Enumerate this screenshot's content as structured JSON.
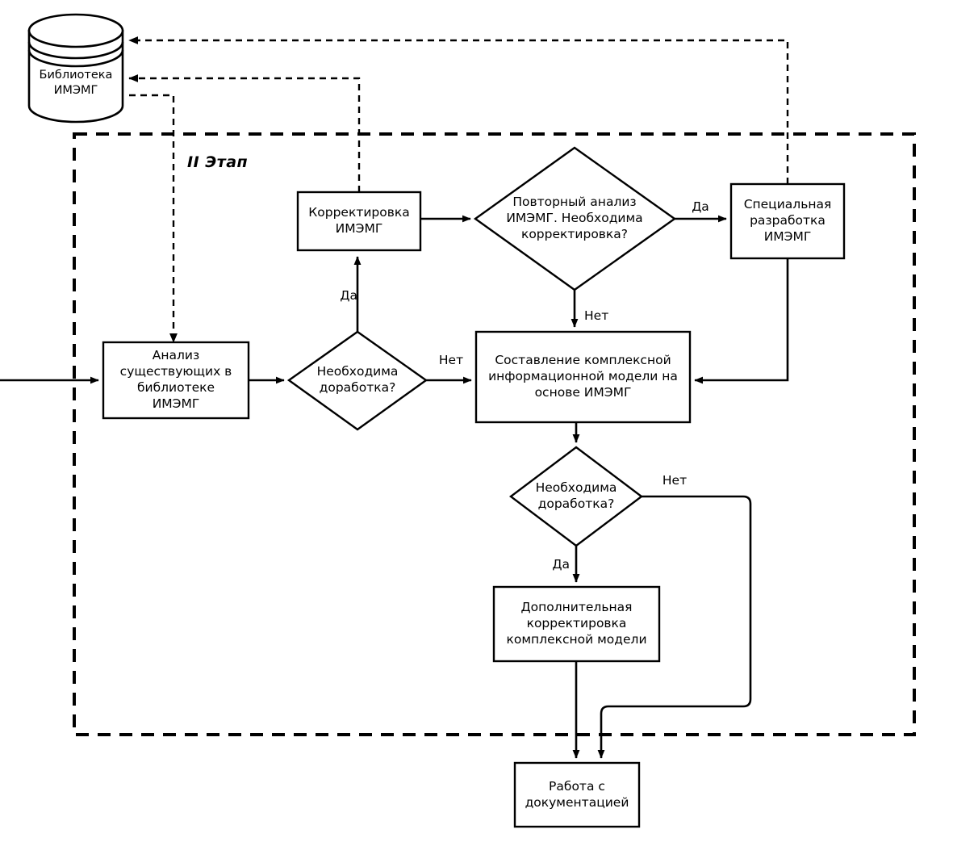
{
  "diagram": {
    "title": "II Этап",
    "stage_label": "II Этап",
    "stroke_color": "#000000",
    "fill_color": "#ffffff",
    "background": "#ffffff"
  },
  "datastore": {
    "name": "library-imemg",
    "label": "Библиотека\nИМЭМГ"
  },
  "nodes": [
    {
      "id": "analysis",
      "shape": "process",
      "label": "Анализ\nсуществующих в\nбиблиотеке\nИМЭМГ"
    },
    {
      "id": "need-revision-1",
      "shape": "decision",
      "label": "Необходима\nдоработка?"
    },
    {
      "id": "correction-imemg",
      "shape": "process",
      "label": "Корректировка\nИМЭМГ"
    },
    {
      "id": "repeat-analysis",
      "shape": "decision",
      "label": "Повторный анализ\nИМЭМГ. Необходима\nкорректировка?"
    },
    {
      "id": "special-development",
      "shape": "process",
      "label": "Специальная\nразработка\nИМЭМГ"
    },
    {
      "id": "complex-model",
      "shape": "process",
      "label": "Составление комплексной\nинформационной модели на\nоснове ИМЭМГ"
    },
    {
      "id": "need-revision-2",
      "shape": "decision",
      "label": "Необходима\nдоработка?"
    },
    {
      "id": "additional-correction",
      "shape": "process",
      "label": "Дополнительная\nкорректировка\nкомплексной модели"
    },
    {
      "id": "documentation-work",
      "shape": "process",
      "label": "Работа с\nдокументацией"
    }
  ],
  "edge_labels": [
    {
      "id": "yes-to-correction",
      "text": "Да"
    },
    {
      "id": "no-to-complex-model",
      "text": "Нет"
    },
    {
      "id": "yes-to-special-dev",
      "text": "Да"
    },
    {
      "id": "no-repeat-to-complex",
      "text": "Нет"
    },
    {
      "id": "no-revision2-bypass",
      "text": "Нет"
    },
    {
      "id": "yes-to-additional-corr",
      "text": "Да"
    }
  ]
}
